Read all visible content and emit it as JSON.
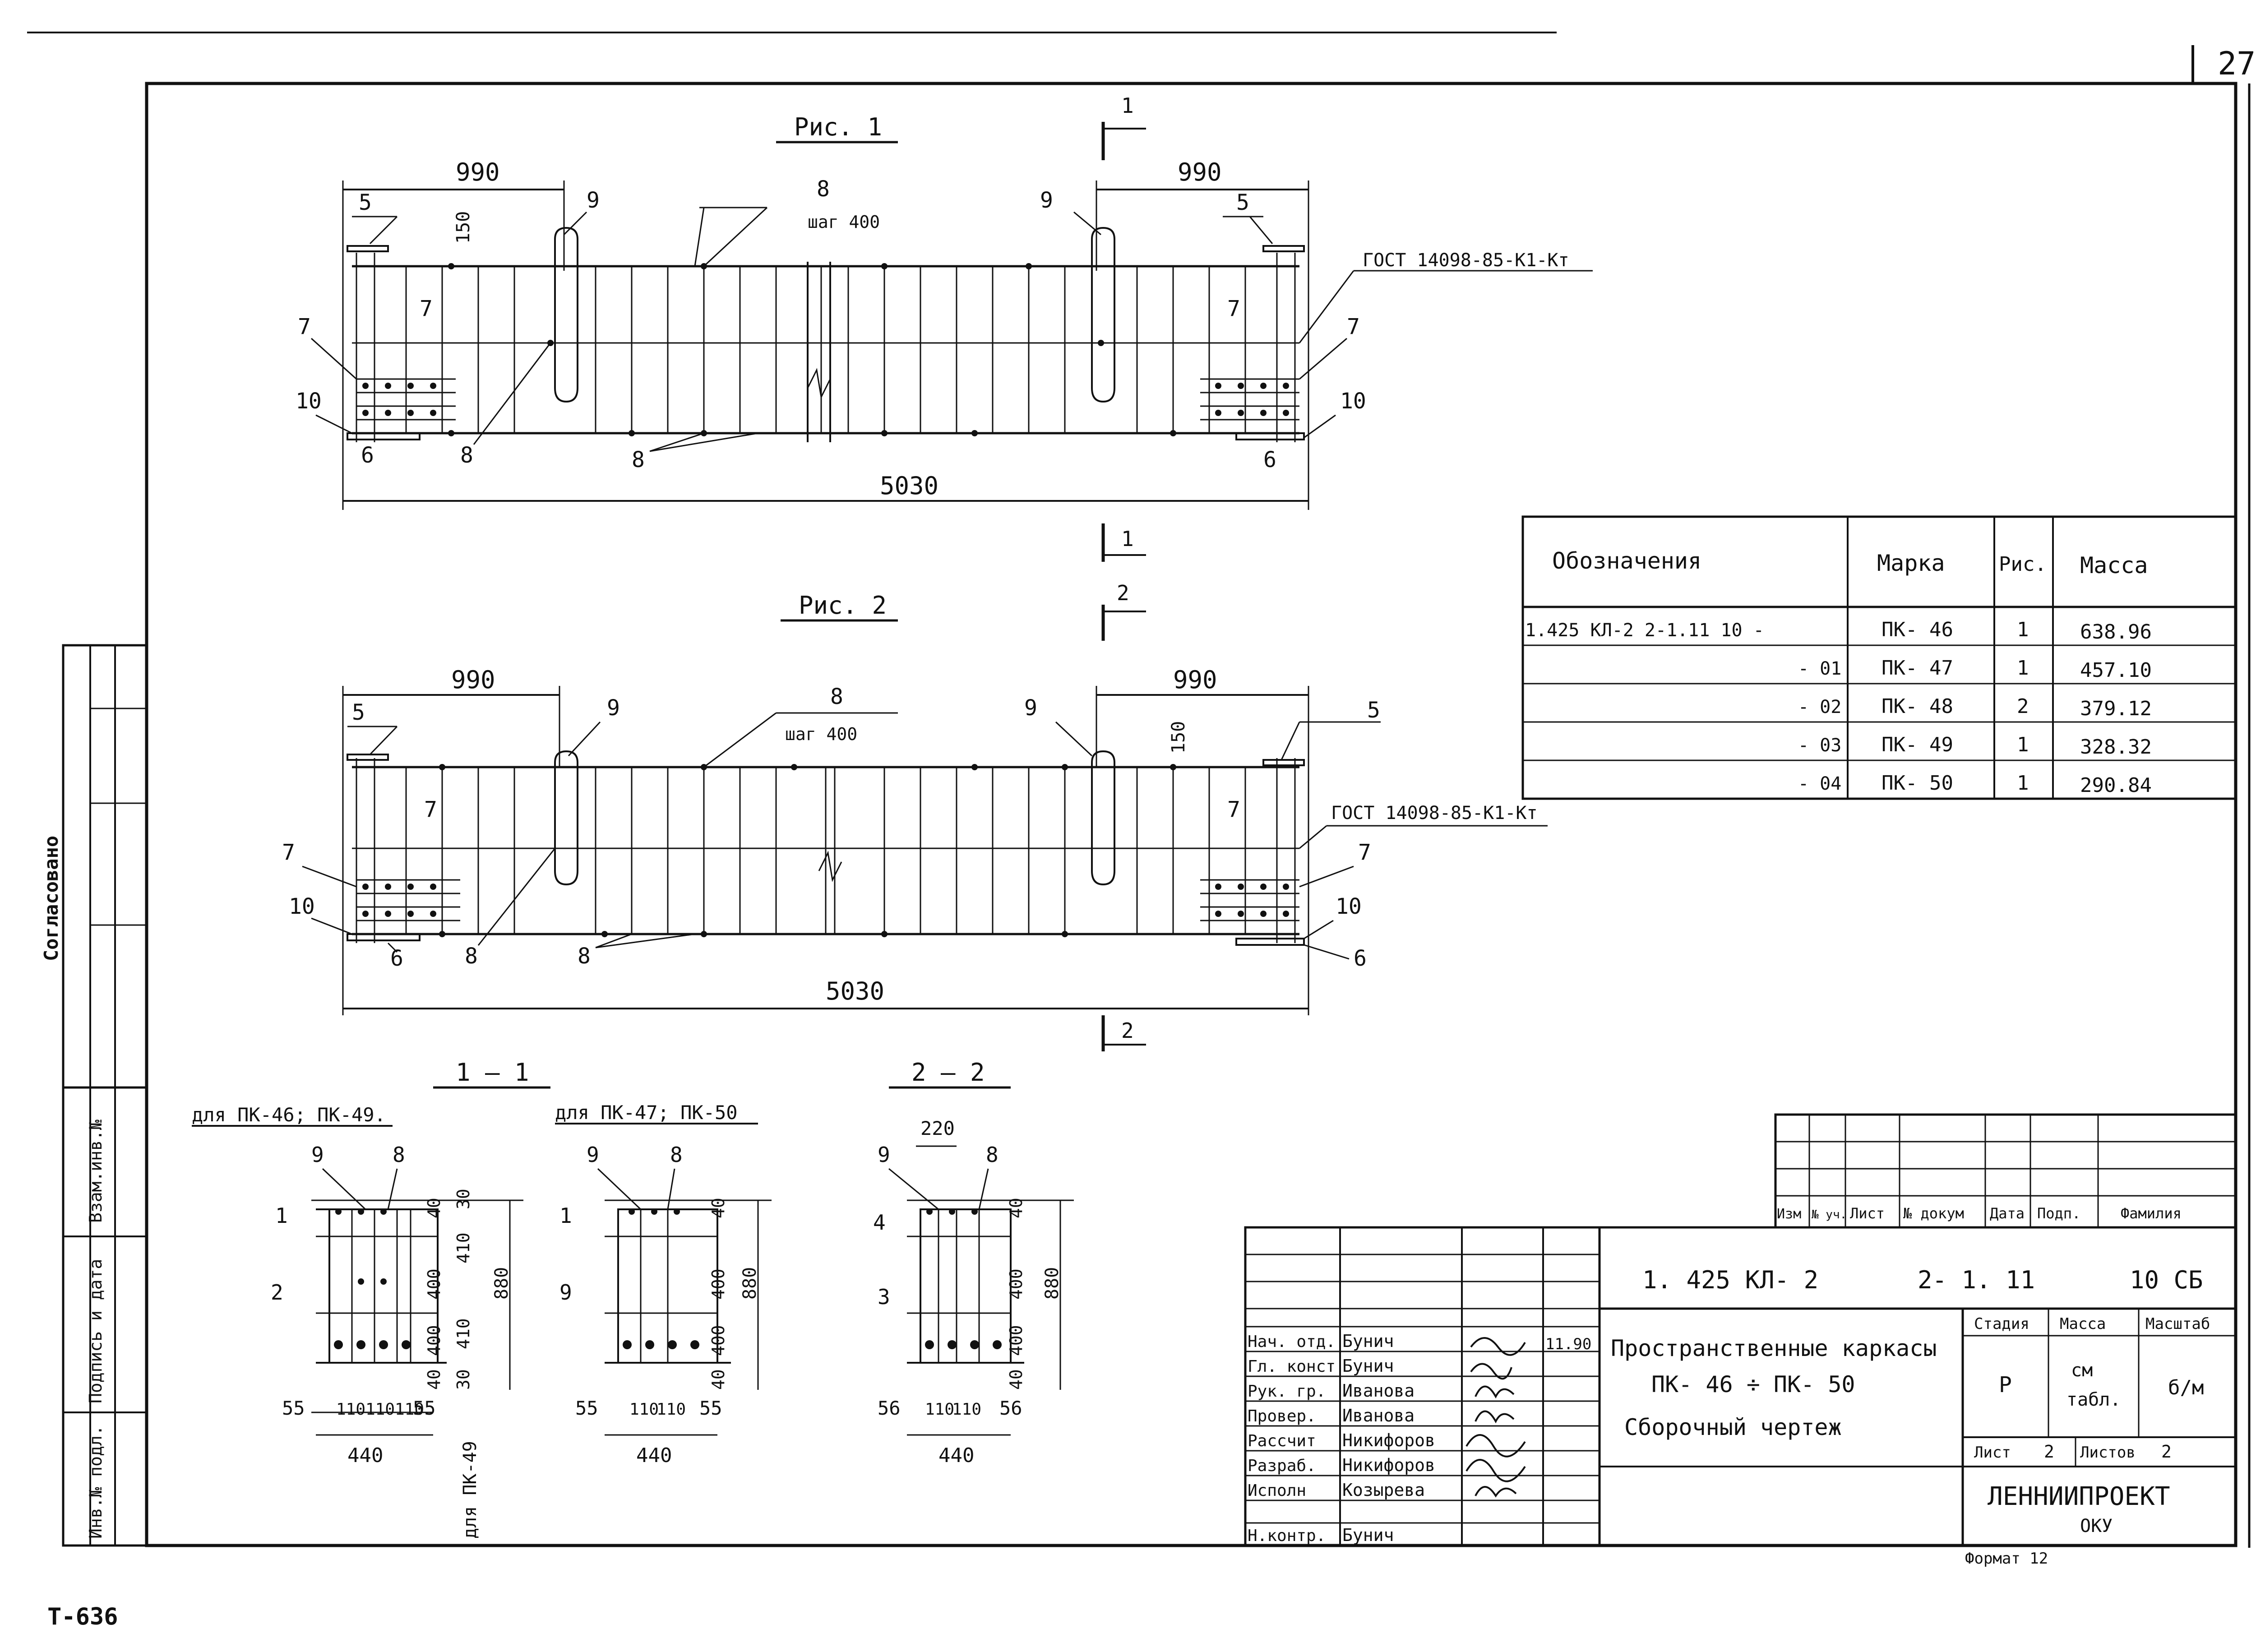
{
  "page": {
    "sheet_number": "27",
    "drawing_code": "T-636",
    "format_label": "Формат 12",
    "side_stamp": {
      "agreed": "Согласовано",
      "ref_no": "Взам.инв.№",
      "sign_date": "Подпись и дата",
      "inv_no": "Инв.№ подл."
    }
  },
  "fig1": {
    "title": "Рис. 1",
    "dim_left": "990",
    "dim_right": "990",
    "dim_total": "5030",
    "dim_150": "150",
    "pitch_label": "шаг 400",
    "gost_label": "ГОСТ 14098-85-К1-Кт",
    "section_mark": "1",
    "pos": {
      "p5": "5",
      "p9": "9",
      "p8": "8",
      "p7": "7",
      "p10": "10",
      "p6": "6"
    }
  },
  "fig2": {
    "title": "Рис. 2",
    "dim_left": "990",
    "dim_right": "990",
    "dim_total": "5030",
    "dim_150": "150",
    "pitch_label": "шаг 400",
    "gost_label": "ГОСТ 14098-85-К1-Кт",
    "section_mark": "2",
    "pos": {
      "p5": "5",
      "p9": "9",
      "p8": "8",
      "p7": "7",
      "p10": "10",
      "p6": "6"
    }
  },
  "sections": {
    "s1_title": "1 — 1",
    "s2_title": "2 — 2",
    "caption_a": "для ПК-46; ПК-49.",
    "caption_b": "для ПК-47; ПК-50",
    "side_note": "для ПК-49",
    "dims": {
      "d40": "40",
      "d30": "30",
      "d400": "400",
      "d410": "410",
      "d880": "880",
      "d55": "55",
      "d56": "56",
      "d110": "110",
      "d440": "440",
      "d220": "220"
    },
    "pos": {
      "p9": "9",
      "p8": "8",
      "p1": "1",
      "p2": "2",
      "p3": "3",
      "p4": "4"
    }
  },
  "spec_table": {
    "headers": [
      "Обозначения",
      "Марка",
      "Рис.",
      "Масса"
    ],
    "rows": [
      {
        "designation": "1.425 КЛ-2   2-1.11   10 -",
        "mark": "ПК- 46",
        "fig": "1",
        "mass": "638.96"
      },
      {
        "designation": "- 01",
        "mark": "ПК- 47",
        "fig": "1",
        "mass": "457.10"
      },
      {
        "designation": "- 02",
        "mark": "ПК- 48",
        "fig": "2",
        "mass": "379.12"
      },
      {
        "designation": "- 03",
        "mark": "ПК- 49",
        "fig": "1",
        "mass": "328.32"
      },
      {
        "designation": "- 04",
        "mark": "ПК- 50",
        "fig": "1",
        "mass": "290.84"
      }
    ]
  },
  "title_block": {
    "rev_headers": [
      "Изм",
      "№ уч.",
      "Лист",
      "№ докум",
      "Дата",
      "Подп.",
      "Фамилия"
    ],
    "doc_code": "1. 425 КЛ- 2",
    "doc_sub": "2- 1. 11",
    "doc_suffix": "10 СБ",
    "title_line1": "Пространственные каркасы",
    "title_line2": "ПК- 46  ÷  ПК- 50",
    "title_line3": "Сборочный   чертеж",
    "stage_header": "Стадия",
    "mass_header": "Масса",
    "scale_header": "Масштаб",
    "stage_value": "Р",
    "mass_value_1": "см",
    "mass_value_2": "табл.",
    "scale_value": "б/м",
    "sheet_label": "Лист",
    "sheet_value": "2",
    "sheets_label": "Листов",
    "sheets_value": "2",
    "org_name": "ЛЕННИИПРОЕКТ",
    "org_sub": "ОКУ",
    "date_value": "11.90",
    "signers": [
      {
        "role": "Нач. отд.",
        "name": "Бунич"
      },
      {
        "role": "Гл. конст",
        "name": "Бунич"
      },
      {
        "role": "Рук. гр.",
        "name": "Иванова"
      },
      {
        "role": "Провер.",
        "name": "Иванова"
      },
      {
        "role": "Рассчит",
        "name": "Никифоров"
      },
      {
        "role": "Разраб.",
        "name": "Никифоров"
      },
      {
        "role": "Исполн",
        "name": "Козырева"
      },
      {
        "role": "Н.контр.",
        "name": "Бунич"
      }
    ]
  }
}
